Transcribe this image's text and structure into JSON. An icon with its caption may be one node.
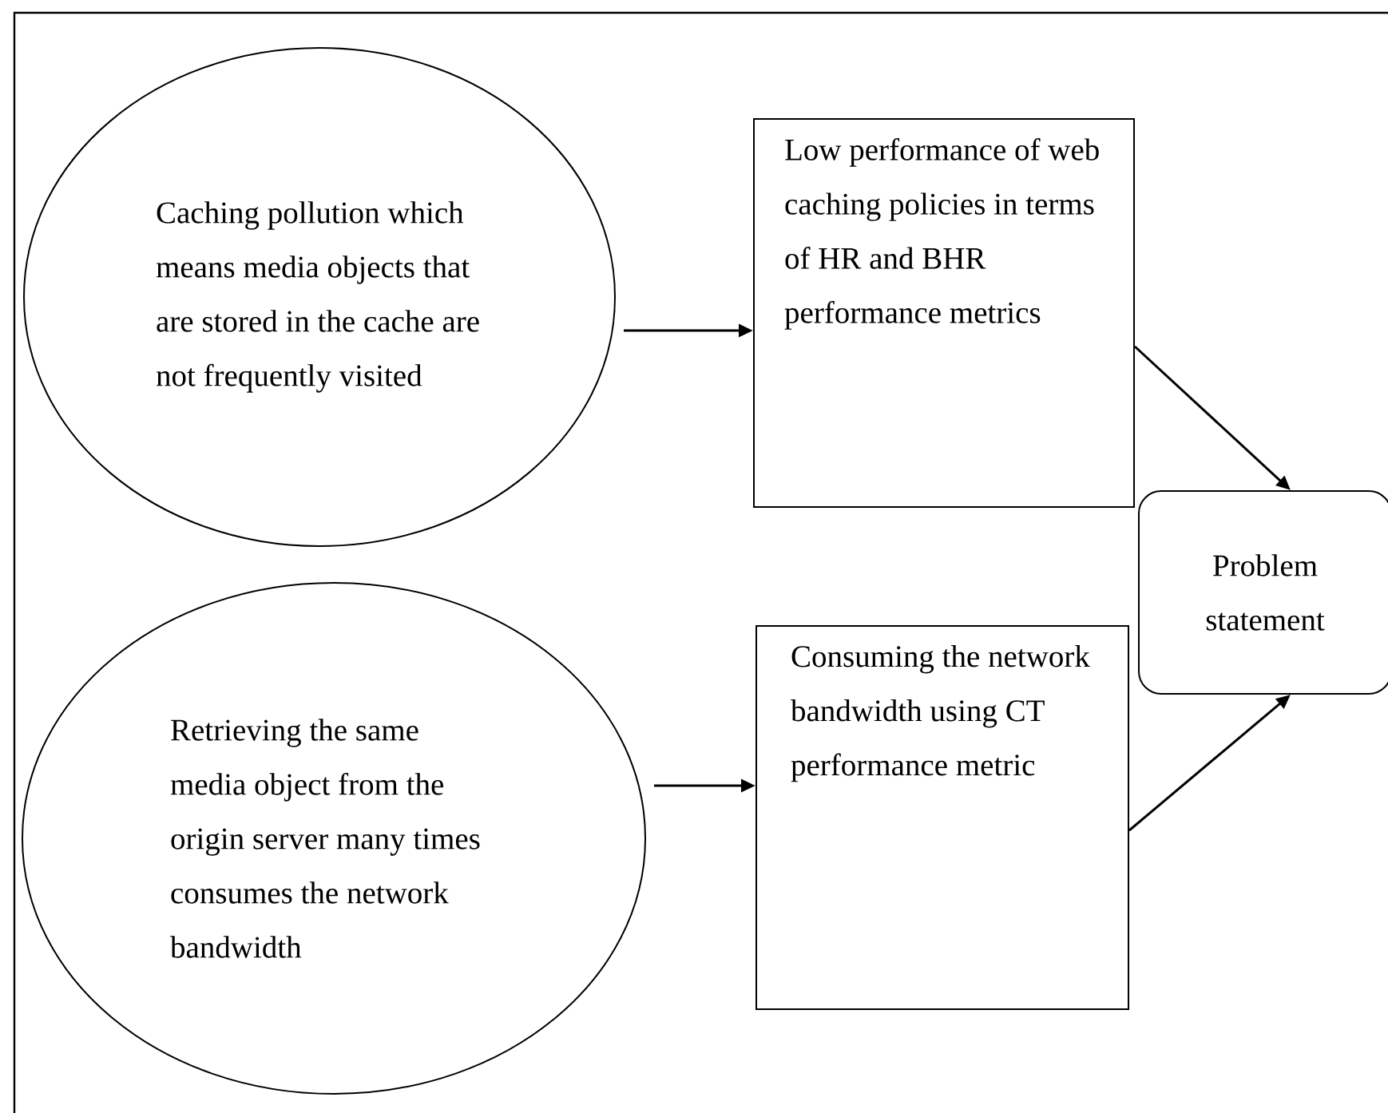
{
  "diagram": {
    "nodes": [
      {
        "text": [
          "Caching pollution which means media objects that are stored in the cache are not frequently visited"
        ]
      },
      {
        "text": [
          "Low performance of web caching policies in terms of HR and BHR performance metrics"
        ]
      },
      {
        "text": [
          "Retrieving the same media object from the origin server many times consumes the network bandwidth"
        ]
      },
      {
        "text": [
          "Consuming the network bandwidth using CT performance metric"
        ]
      },
      {
        "text": [
          "Problem statement"
        ]
      }
    ],
    "edges": [
      {
        "from": 0,
        "to": 1,
        "arrow": "to"
      },
      {
        "from": 1,
        "to": 4,
        "arrow": "to"
      },
      {
        "from": 2,
        "to": 3,
        "arrow": "to"
      },
      {
        "from": 3,
        "to": 4,
        "arrow": "to"
      }
    ]
  }
}
